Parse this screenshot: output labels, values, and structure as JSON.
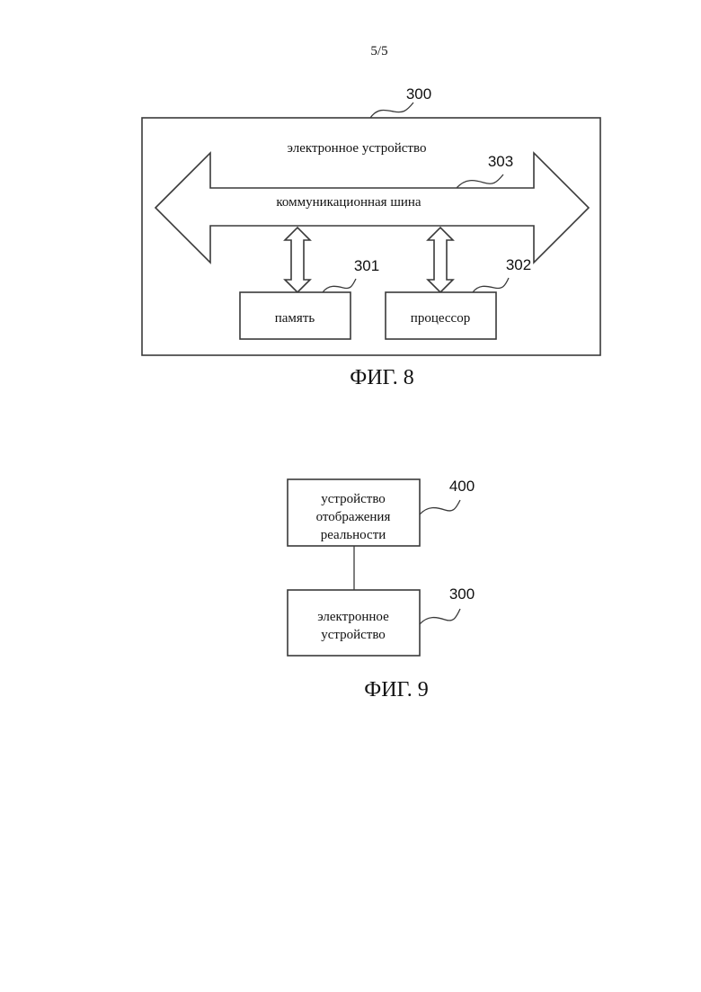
{
  "page_number": "5/5",
  "figure8": {
    "caption": "ФИГ. 8",
    "outer": {
      "ref": "300",
      "label": "электронное устройство"
    },
    "bus": {
      "ref": "303",
      "label": "коммуникационная шина"
    },
    "memory": {
      "ref": "301",
      "label": "память"
    },
    "processor": {
      "ref": "302",
      "label": "процессор"
    }
  },
  "figure9": {
    "caption": "ФИГ. 9",
    "display_device": {
      "ref": "400",
      "lines": [
        "устройство",
        "отображения",
        "реальности"
      ]
    },
    "electronic_device": {
      "ref": "300",
      "lines": [
        "электронное",
        "устройство"
      ]
    }
  }
}
